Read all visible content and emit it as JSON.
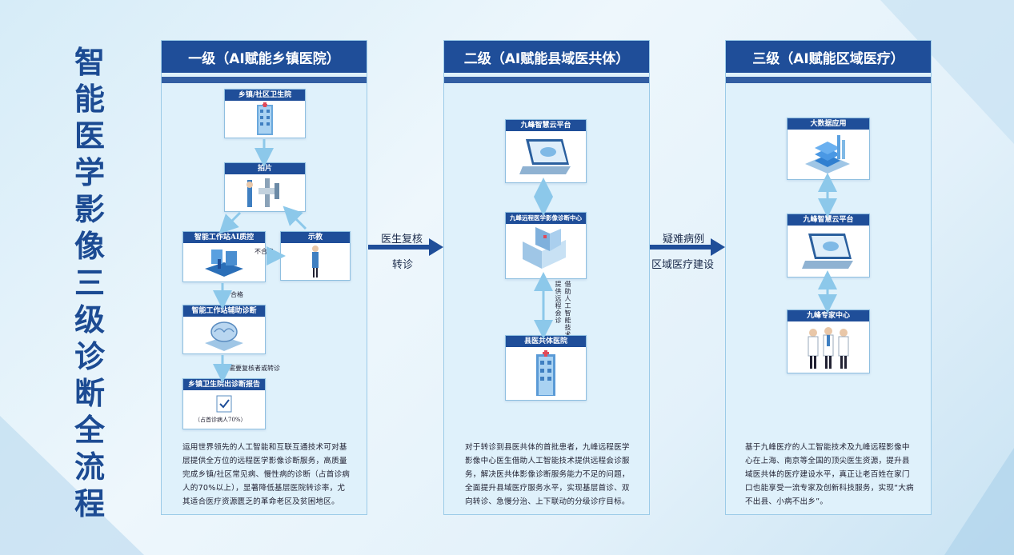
{
  "main_title": "智能医学影像三级诊断全流程",
  "columns": [
    {
      "header": "一级（AI赋能乡镇医院）",
      "boxes": [
        "乡镇/社区卫生院",
        "拍片",
        "智能工作站AI质控",
        "示教",
        "智能工作站辅助诊断",
        "乡镇卫生院出诊断报告"
      ],
      "labels": {
        "fail": "不合格",
        "pass": "合格",
        "no_review": "不需要复核者或转诊",
        "percent": "（占首诊病人70%）"
      },
      "description": "运用世界领先的人工智能和互联互通技术可对基层提供全方位的远程医学影像诊断服务，高质量完成乡镇/社区常见病、慢性病的诊断（占首诊病人的70%以上），显著降低基层医院转诊率，尤其适合医疗资源匮乏的革命老区及贫困地区。"
    },
    {
      "header": "二级（AI赋能县域医共体）",
      "boxes": [
        "九峰智慧云平台",
        "九峰远程医学影像诊断中心",
        "县医共体医院"
      ],
      "labels": {
        "left_v": "借助人工智能技术",
        "right_v": "提供远程会诊"
      },
      "description": "对于转诊到县医共体的首批患者，九峰远程医学影像中心医生借助人工智能技术提供远程会诊服务，解决医共体影像诊断服务能力不足的问题，全面提升县域医疗服务水平，实现基层首诊、双向转诊、急慢分治、上下联动的分级诊疗目标。"
    },
    {
      "header": "三级（AI赋能区域医疗）",
      "boxes": [
        "大数据应用",
        "九峰智慧云平台",
        "九峰专家中心"
      ],
      "description": "基于九峰医疗的人工智能技术及九峰远程影像中心在上海、南京等全国的顶尖医生资源，提升县域医共体的医疗建设水平，真正让老百姓在家门口也能享受一流专家及创新科技服务，实现“大病不出县、小病不出乡”。"
    }
  ],
  "arrows": [
    {
      "top": "医生复核",
      "bottom": "转诊"
    },
    {
      "top": "疑难病例",
      "bottom": "区域医疗建设"
    }
  ],
  "colors": {
    "navy": "#1f4e99",
    "title": "#1c4b93",
    "panel": "#dff1fb",
    "link": "#8cc8ea"
  }
}
